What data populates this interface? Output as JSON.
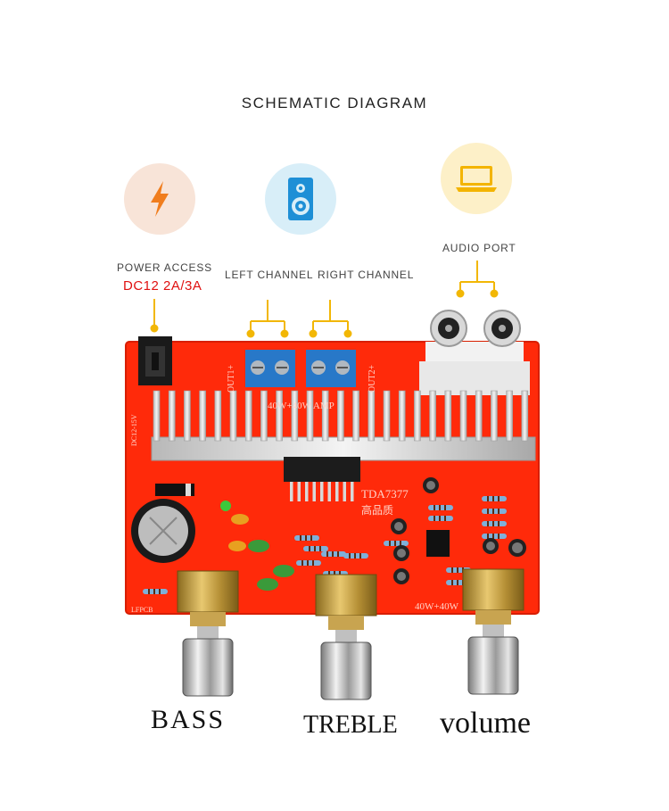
{
  "diagram": {
    "title": "SCHEMATIC DIAGRAM",
    "power": {
      "label": "POWER ACCESS",
      "spec": "DC12 2A/3A",
      "icon": "lightning-bolt-icon",
      "color": "#f07d1e"
    },
    "speaker": {
      "left_label": "LEFT CHANNEL",
      "right_label": "RIGHT CHANNEL",
      "icon": "speaker-icon",
      "color": "#1e8fd6"
    },
    "audio": {
      "label": "AUDIO PORT",
      "icon": "laptop-icon",
      "color": "#f3b400"
    },
    "connector_color": "#f2b705",
    "board": {
      "color": "#ff2a0a",
      "silkscreen": {
        "chip": "TDA7377",
        "amp": "40W+40W AMP",
        "out1": "OUT1+",
        "out2": "OUT2+",
        "power_rating": "40W+40W",
        "chinese": "高品质",
        "dc_range": "DC12-15V",
        "board_id": "LFPCB"
      }
    },
    "knobs": {
      "bass": "BASS",
      "treble": "TREBLE",
      "volume": "volume"
    }
  }
}
